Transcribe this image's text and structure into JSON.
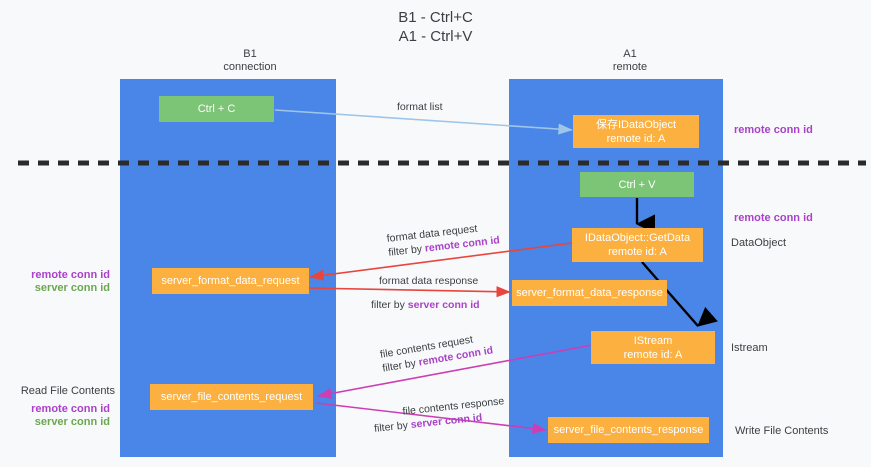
{
  "title": {
    "line1": "B1 - Ctrl+C",
    "line2": "A1 - Ctrl+V"
  },
  "columns": [
    {
      "name": "B1",
      "sub": "connection"
    },
    {
      "name": "A1",
      "sub": "remote"
    }
  ],
  "nodes": {
    "ctrl_c": "Ctrl + C",
    "save_idataobject_l1": "保存IDataObject",
    "save_idataobject_l2": "remote id: A",
    "ctrl_v": "Ctrl + V",
    "getdata_l1": "IDataObject::GetData",
    "getdata_l2": "remote id: A",
    "server_format_data_request": "server_format_data_request",
    "server_format_data_response": "server_format_data_response",
    "istream_l1": "IStream",
    "istream_l2": "remote id: A",
    "server_file_contents_request": "server_file_contents_request",
    "server_file_contents_response": "server_file_contents_response"
  },
  "edge_labels": {
    "format_list": "format list",
    "format_data_request": "format data request",
    "format_data_request_filter_prefix": "filter by ",
    "format_data_request_filter_key": "remote conn id",
    "format_data_response": "format data response",
    "format_data_response_filter_prefix": "filter by ",
    "format_data_response_filter_key": "server conn id",
    "file_contents_request": "file contents request",
    "file_contents_request_filter_prefix": "filter by ",
    "file_contents_request_filter_key": "remote conn id",
    "file_contents_response": "file contents response",
    "file_contents_response_filter_prefix": "filter by ",
    "file_contents_response_filter_key": "server conn id"
  },
  "annotations": {
    "right_remote_conn_id_top": "remote conn id",
    "right_remote_conn_id_mid": "remote conn id",
    "right_dataobject": "DataObject",
    "right_istream": "Istream",
    "right_write_file_contents": "Write File Contents",
    "left_remote_conn_id_mid": "remote conn id",
    "left_server_conn_id_mid": "server conn id",
    "left_read_file_contents": "Read File Contents",
    "left_remote_conn_id_bottom": "remote conn id",
    "left_server_conn_id_bottom": "server conn id"
  },
  "colors": {
    "lane": "#4a86e8",
    "green_node": "#7cc576",
    "orange_node": "#fbb040",
    "purple": "#a942c9",
    "green_text": "#6aa84f",
    "red_arrow": "#e8453c",
    "magenta_arrow": "#cc3eb4",
    "light_blue_arrow": "#9fc5e8",
    "black_arrow": "#000000",
    "background": "#f8f9fa",
    "divider": "#2b2b2b"
  }
}
